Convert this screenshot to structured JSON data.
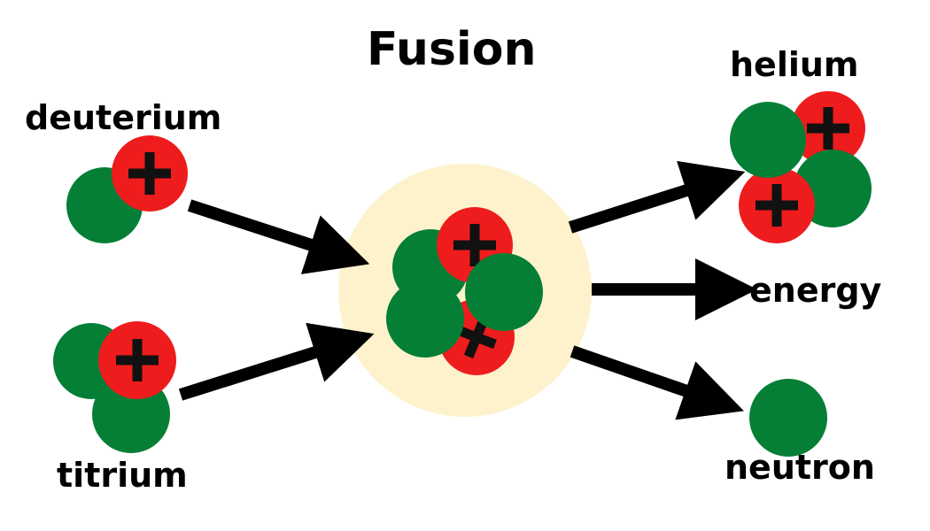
{
  "title": "Fusion",
  "labels": {
    "deuterium": "deuterium",
    "tritium": "titrium",
    "helium": "helium",
    "energy": "energy",
    "neutron": "neutron"
  },
  "colors": {
    "proton": "#ee1c1c",
    "neutron": "#047f35",
    "glow": "#fdf2cc",
    "arrow": "#000000",
    "sign": "#111111"
  },
  "icons": {
    "proton": "plus-sign",
    "neutron": "solid-circle"
  }
}
